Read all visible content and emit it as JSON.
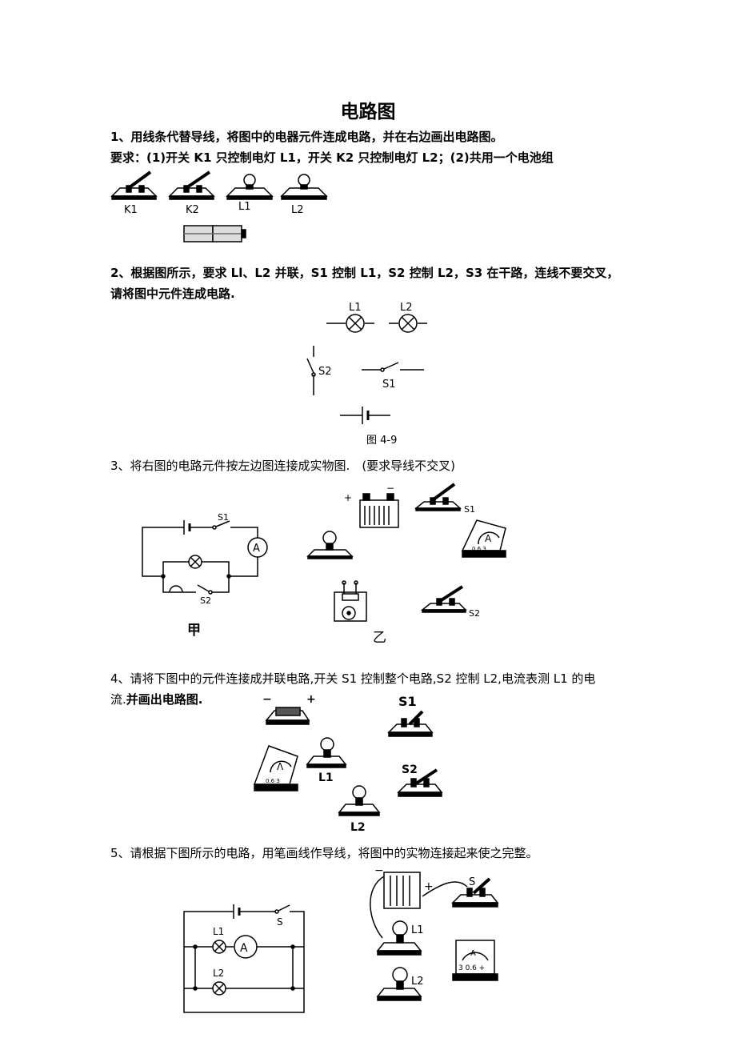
{
  "title": "电路图",
  "q1": {
    "line1": "1、用线条代替导线，将图中的电器元件连成电路，并在右边画出电路图。",
    "line2": "要求：(1)开关 K1 只控制电灯 L1，开关 K2 只控制电灯 L2；(2)共用一个电池组",
    "labels": {
      "k1": "K1",
      "k2": "K2",
      "l1": "L1",
      "l2": "L2"
    }
  },
  "q2": {
    "line1": "2、根据图所示，要求 Ll、L2 并联，S1 控制 L1，S2 控制 L2，S3 在干路，连线不要交叉，",
    "line2": "请将图中元件连成电路.",
    "labels": {
      "l1": "L1",
      "l2": "L2",
      "s1": "S1",
      "s2": "S2"
    },
    "caption": "图 4-9"
  },
  "q3": {
    "line1": "3、将右图的电路元件按左边图连接成实物图.　(要求导线不交叉)",
    "labels": {
      "s1": "S1",
      "s2": "S2",
      "ammeter": "A",
      "plus": "+",
      "minus": "−",
      "scale": "0.6 3"
    },
    "left_caption": "甲",
    "right_caption": "乙"
  },
  "q4": {
    "line1": "4、请将下图中的元件连接成并联电路,开关 S1 控制整个电路,S2 控制 L2,电流表测 L1 的电",
    "line2a": "流.",
    "line2b": "并画出电路图.",
    "labels": {
      "minus": "−",
      "plus": "+",
      "s1": "S1",
      "s2": "S2",
      "l1": "L1",
      "l2": "L2",
      "scale": "0.6 3"
    }
  },
  "q5": {
    "line1": "5、请根据下图所示的电路，用笔画线作导线，将图中的实物连接起来使之完整。",
    "labels": {
      "l1": "L1",
      "l2": "L2",
      "s": "S",
      "ammeter": "A",
      "minus": "−",
      "plus": "+",
      "scale": "3 0.6 +"
    }
  }
}
